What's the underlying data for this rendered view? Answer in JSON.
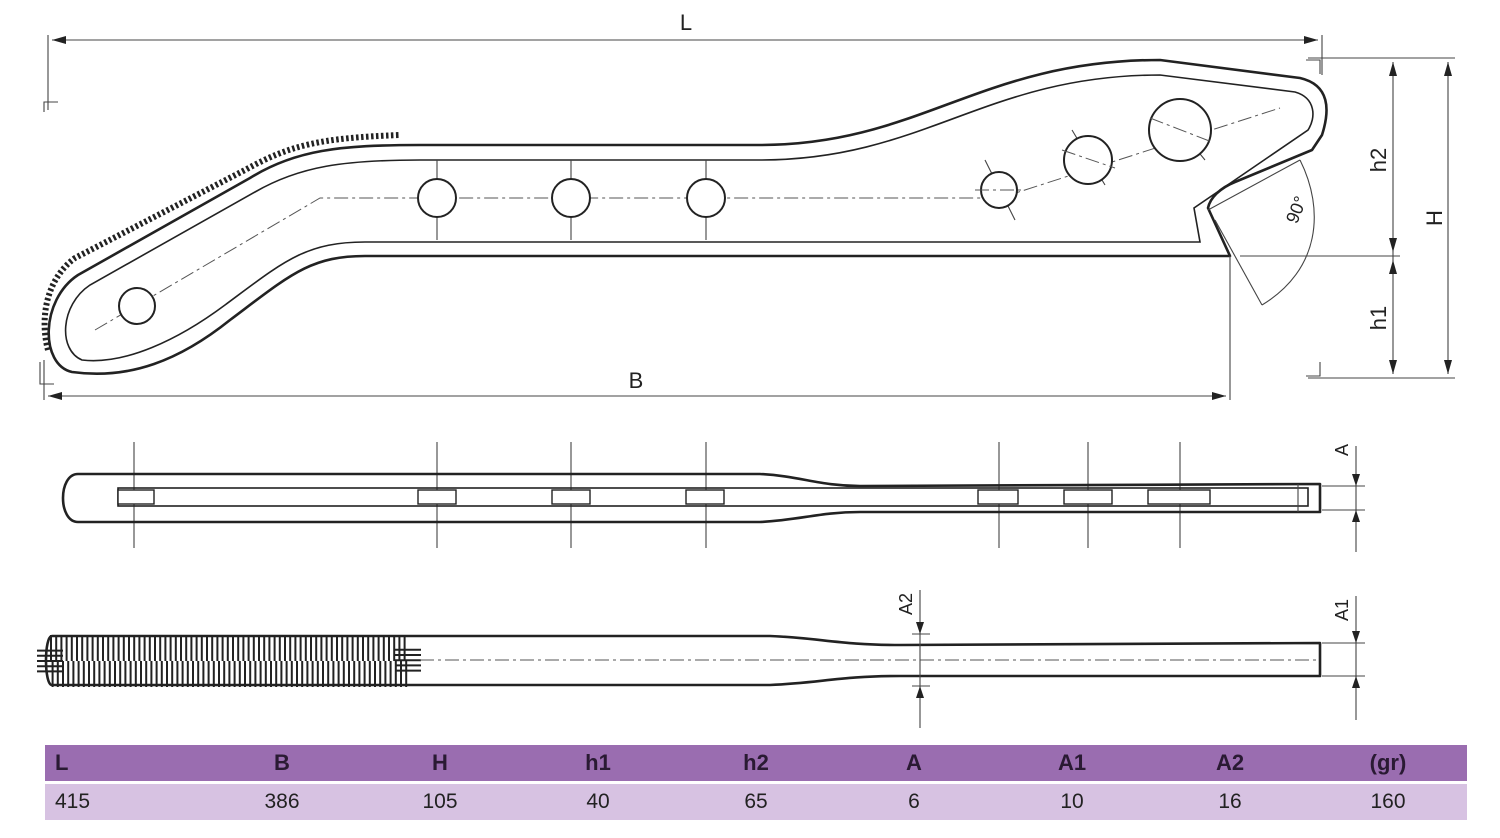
{
  "dimensions": {
    "L": "L",
    "B": "B",
    "H": "H",
    "h1": "h1",
    "h2": "h2",
    "A": "A",
    "A1": "A1",
    "A2": "A2",
    "angle": "90°"
  },
  "table": {
    "headers": [
      "L",
      "B",
      "H",
      "h1",
      "h2",
      "A",
      "A1",
      "A2",
      "(gr)"
    ],
    "values": [
      "415",
      "386",
      "105",
      "40",
      "65",
      "6",
      "10",
      "16",
      "160"
    ]
  },
  "colors": {
    "header_bg": "#9a6db0",
    "row_bg": "#d7c2e2",
    "line": "#222222"
  }
}
